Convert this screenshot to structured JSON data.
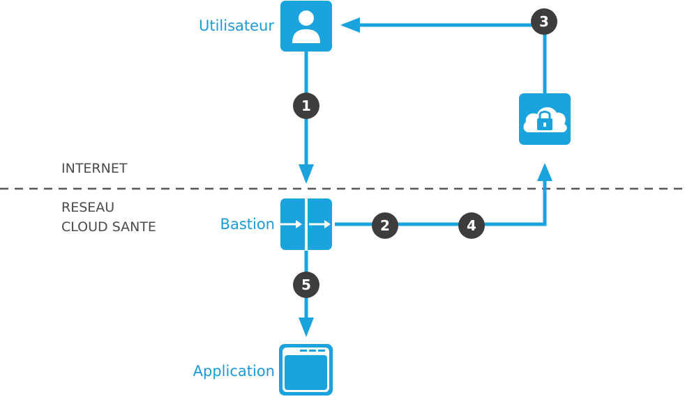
{
  "nodes": {
    "user": {
      "label": "Utilisateur",
      "icon": "user-icon"
    },
    "bastion": {
      "label": "Bastion",
      "icon": "bastion-gateway-icon"
    },
    "cloud": {
      "icon": "cloud-lock-icon"
    },
    "application": {
      "label": "Application",
      "icon": "application-window-icon"
    }
  },
  "zones": {
    "internet": "INTERNET",
    "reseau_line1": "RESEAU",
    "reseau_line2": "CLOUD SANTE"
  },
  "steps": [
    "1",
    "2",
    "3",
    "4",
    "5"
  ],
  "colors": {
    "accent": "#1aa3dc",
    "badge": "#3d3d3d",
    "zone_text": "#4a4a4a",
    "divider": "#555555"
  }
}
